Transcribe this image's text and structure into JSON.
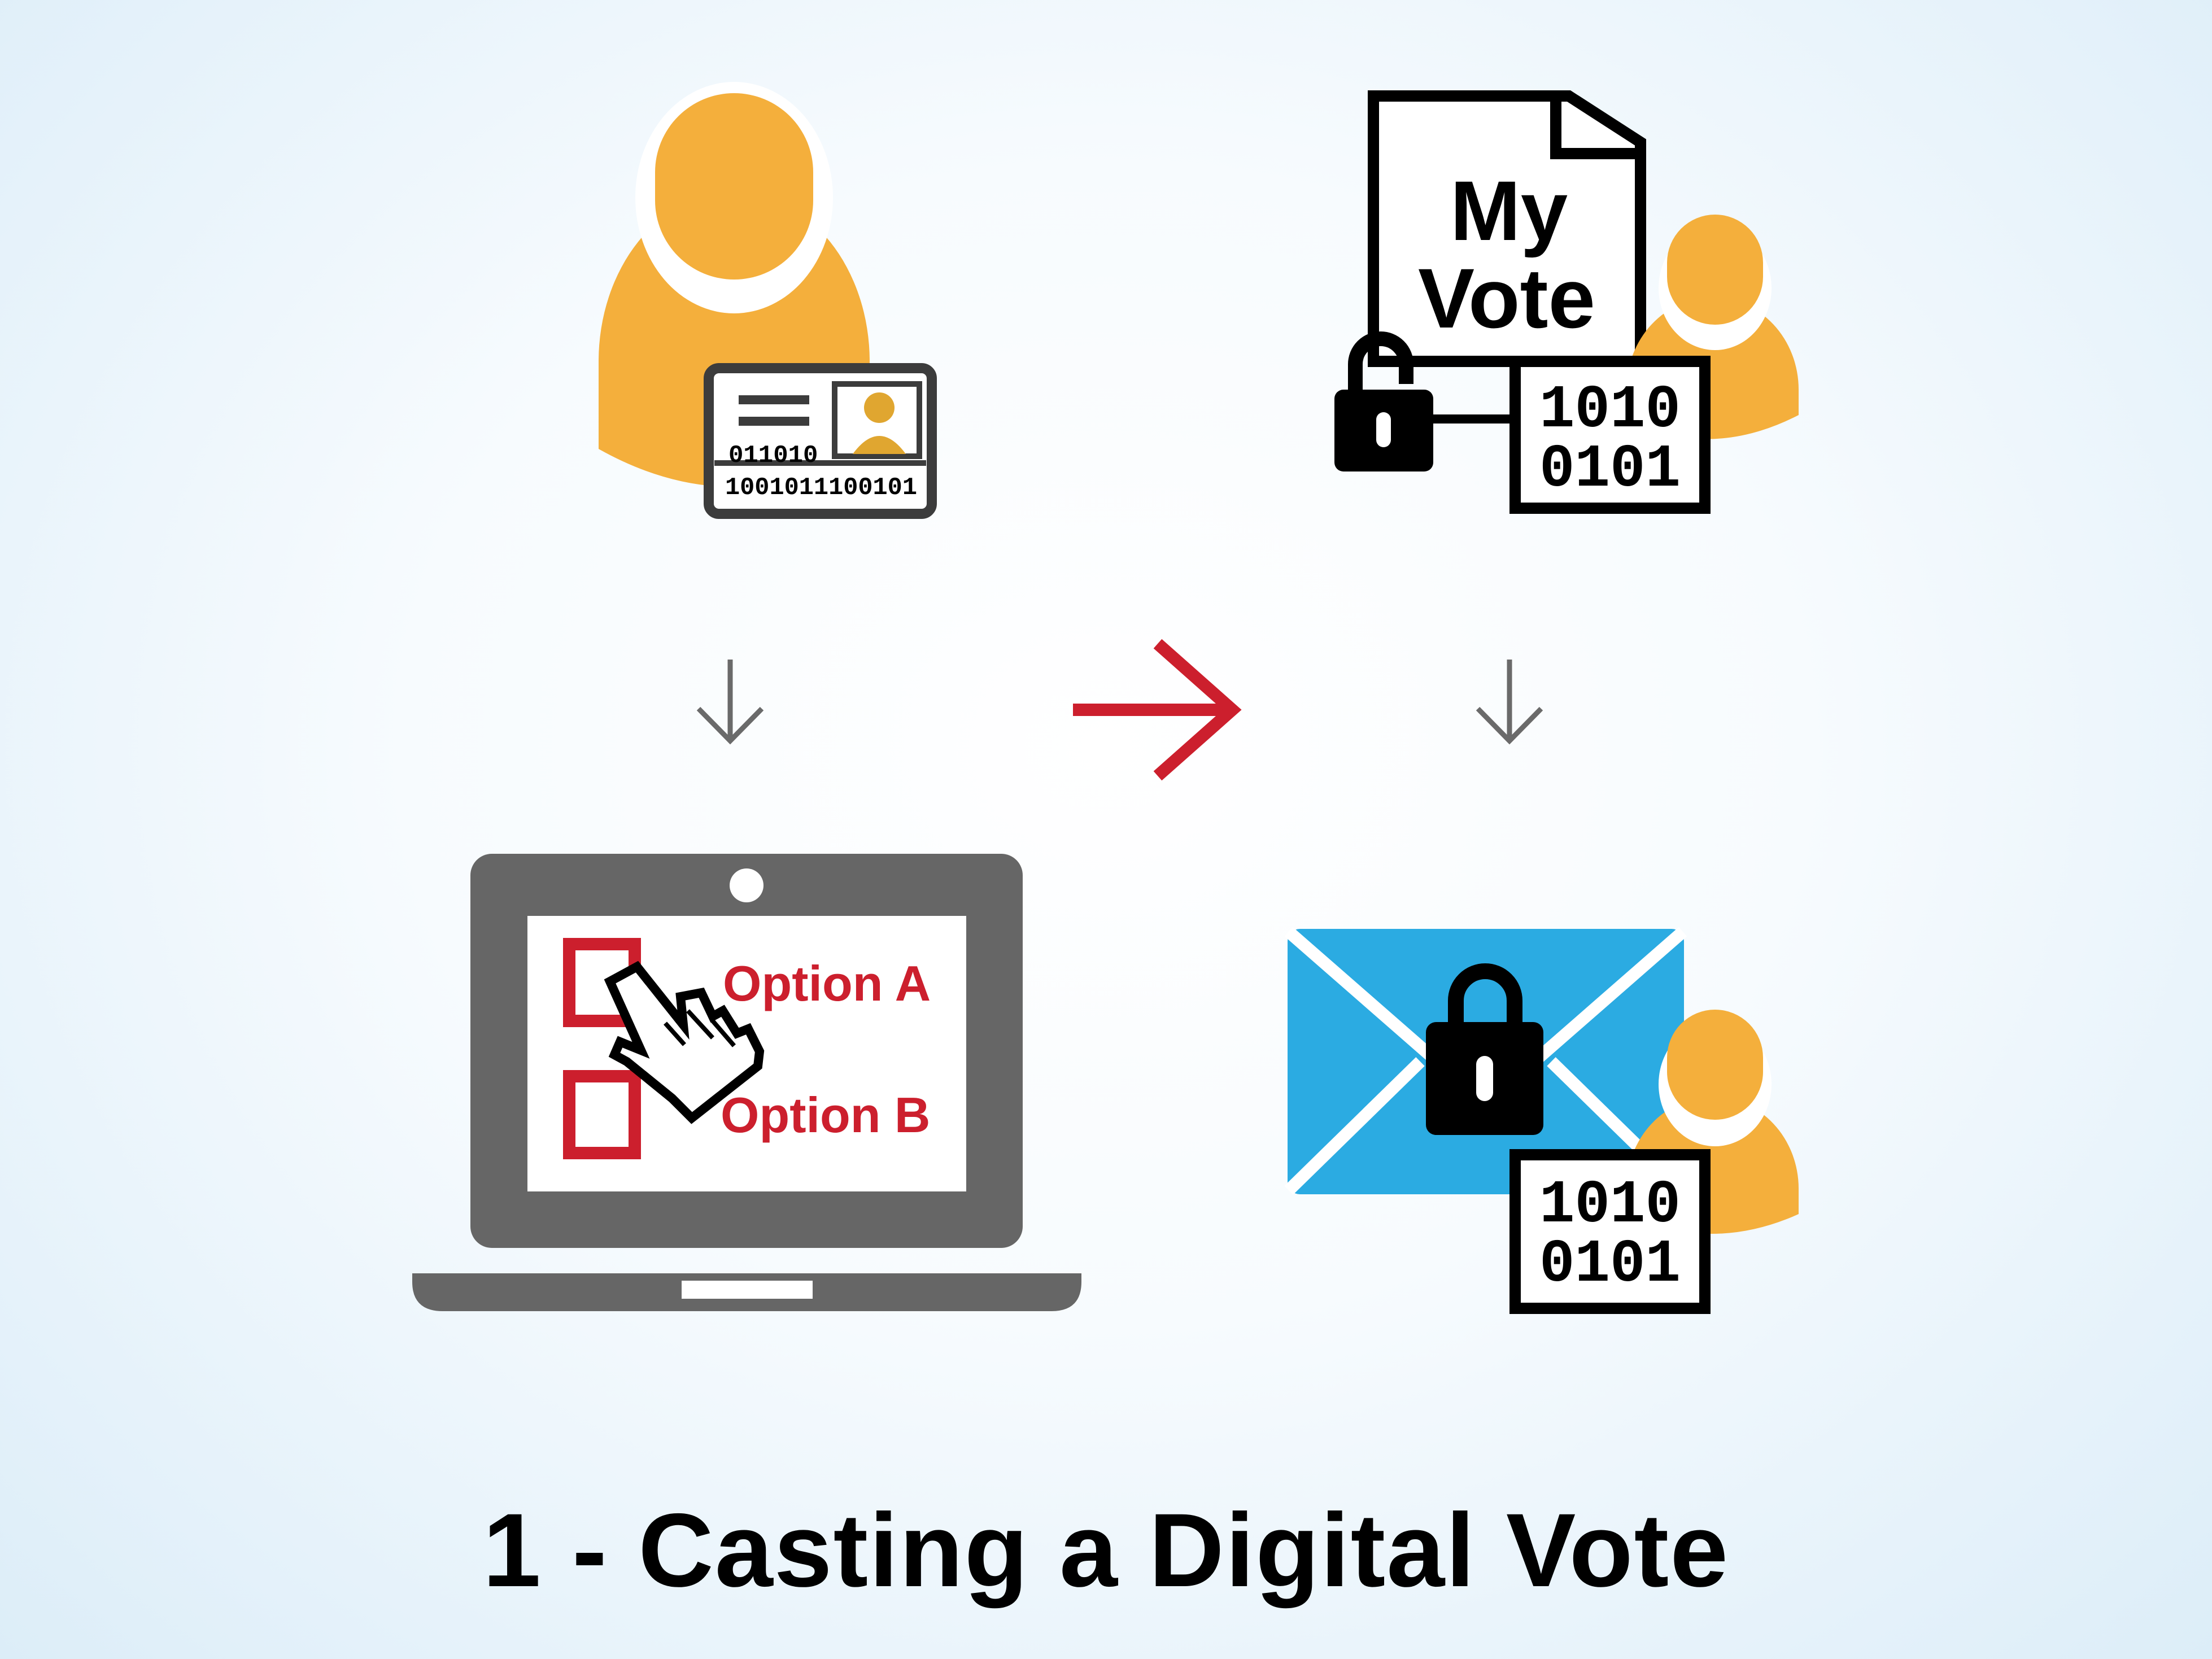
{
  "caption": "1 - Casting a Digital Vote",
  "id_card": {
    "binary_line_1": "011010",
    "binary_line_2": "1001011100101"
  },
  "ballot": {
    "option_a": "Option A",
    "option_b": "Option B"
  },
  "vote_document": {
    "line_1": "My",
    "line_2": "Vote"
  },
  "binary_box_document": {
    "row_1": "1010",
    "row_2": "0101"
  },
  "binary_box_envelope": {
    "row_1": "1010",
    "row_2": "0101"
  },
  "icons": [
    "voter-person-icon",
    "id-card-icon",
    "laptop-icon",
    "cursor-hand-icon",
    "vote-document-icon",
    "padlock-icon",
    "envelope-icon",
    "binary-key-icon",
    "arrow-down-icon",
    "arrow-right-icon"
  ],
  "colors": {
    "person": "#F4AF3C",
    "accent_red": "#CC1F2D",
    "laptop_gray": "#666666",
    "envelope_blue": "#2BABE2",
    "ink": "#000000"
  }
}
